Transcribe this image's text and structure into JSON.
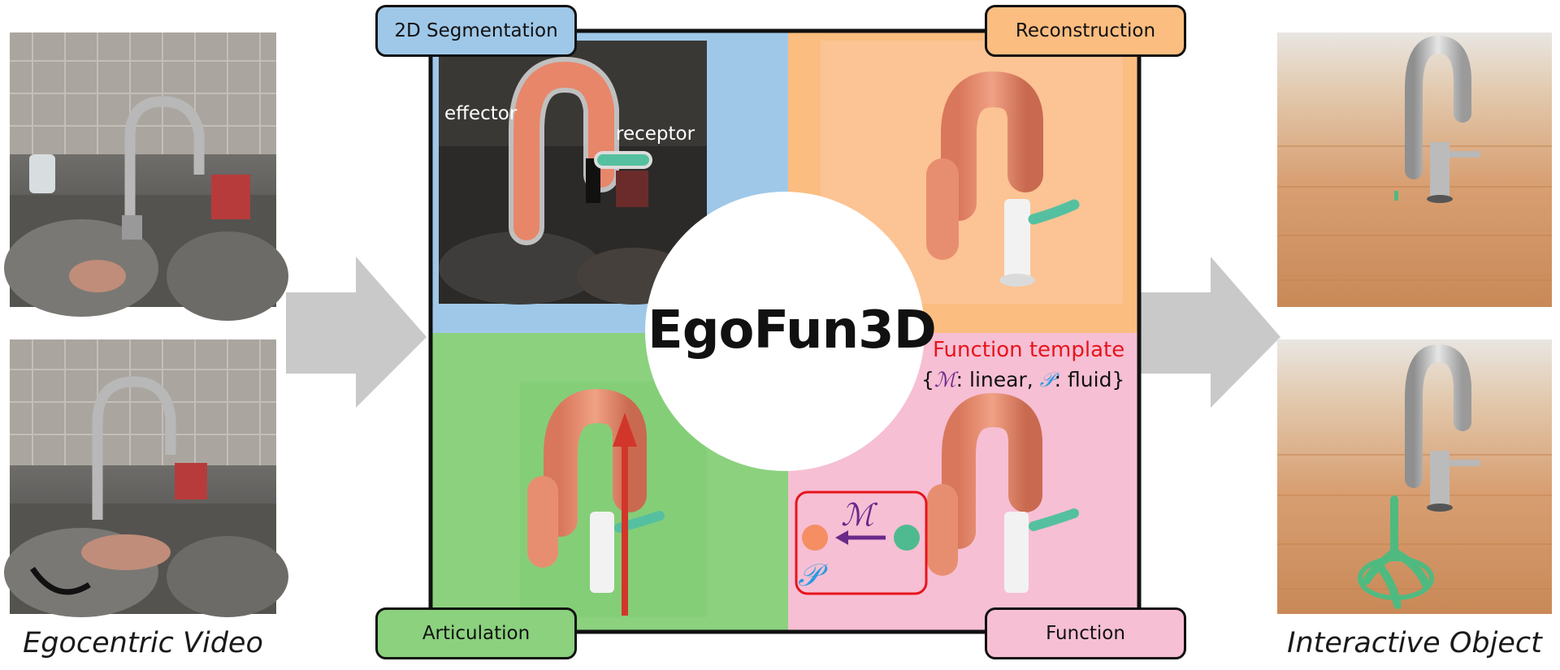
{
  "captions": {
    "left": "Egocentric Video",
    "right": "Interactive Object"
  },
  "quadrants": {
    "segmentation": "2D Segmentation",
    "reconstruction": "Reconstruction",
    "articulation": "Articulation",
    "function": "Function"
  },
  "center_title": "EgoFun3D",
  "segmentation_labels": {
    "effector": "effector",
    "receptor": "receptor"
  },
  "function_template": {
    "title": "Function template",
    "open": "{",
    "m_symbol": "ℳ",
    "m_value": ": linear, ",
    "p_symbol": "𝒫",
    "p_value": ": fluid}"
  },
  "function_diagram": {
    "m_symbol": "ℳ",
    "p_symbol": "𝒫"
  },
  "colors": {
    "segmentation": "#9fc8e8",
    "reconstruction": "#fbbd80",
    "articulation": "#8bd17e",
    "function": "#f6bfd4",
    "arrow": "#c9c9c9",
    "effector": "#e8866a",
    "receptor": "#55c0a0"
  }
}
